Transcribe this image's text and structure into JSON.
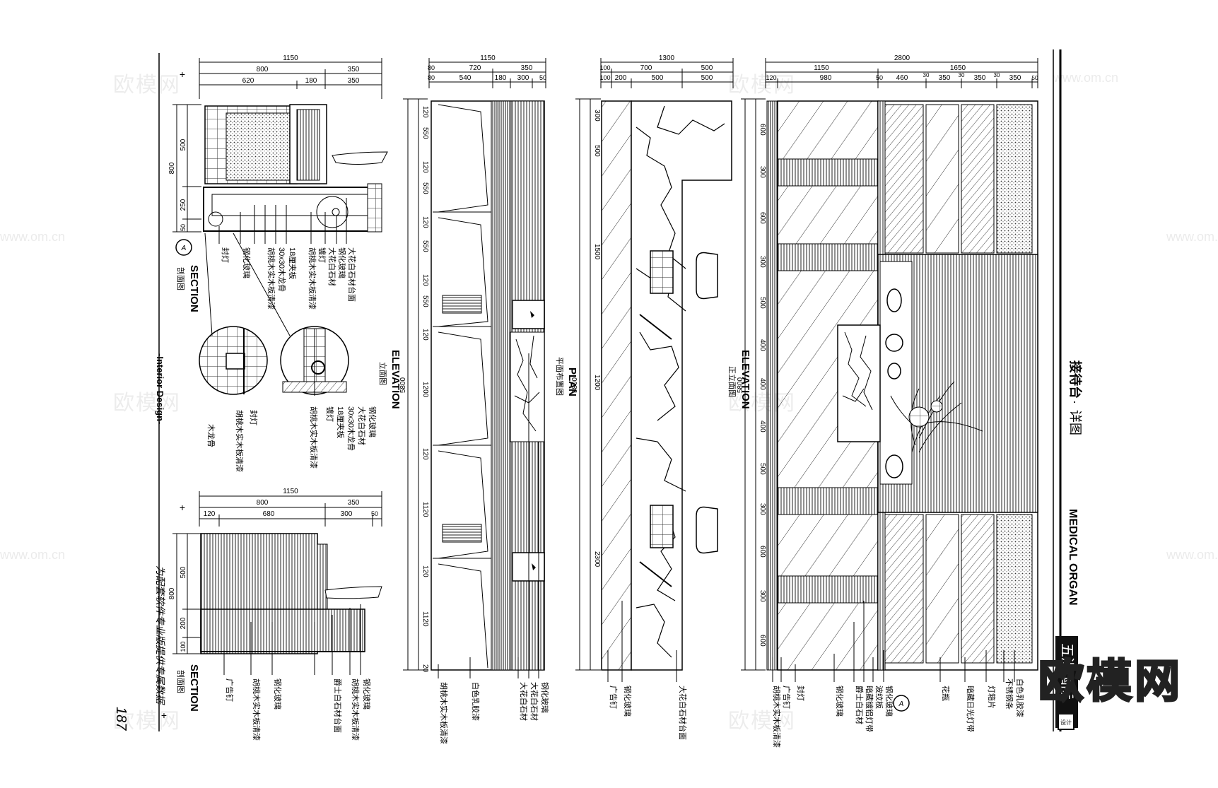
{
  "titleBlock": {
    "title": "接待台",
    "separator": "·",
    "subtitle": "详图",
    "english": "MEDICAL ORGAN",
    "stamp": "五洲国际",
    "seal": "设计"
  },
  "sheet": {
    "interior": "-Interior Design-",
    "pageNumber": "187",
    "footerNote": "为配套软件专业版提供专属数据"
  },
  "views": {
    "sectionA": {
      "title": "SECTION",
      "cn": "剖面图",
      "marker": "A"
    },
    "sectionB": {
      "title": "SECTION",
      "cn": "剖面图"
    },
    "elevationSide": {
      "title": "ELEVATION",
      "cn": "立面图"
    },
    "plan": {
      "title": "PLAN",
      "cn": "平面布置图"
    },
    "elevationFront": {
      "title": "ELEVATION",
      "cn": "正立面图"
    }
  },
  "dimensions": {
    "sectionA_top": [
      "1150",
      "800",
      "350",
      "620",
      "180",
      "350"
    ],
    "sectionA_left": [
      "800",
      "500",
      "250",
      "50"
    ],
    "sectionB_top": [
      "1150",
      "800",
      "350",
      "120",
      "680",
      "300",
      "50"
    ],
    "sectionB_left": [
      "800",
      "500",
      "200",
      "100"
    ],
    "elev_top": [
      "1150",
      "80",
      "720",
      "350",
      "80",
      "540",
      "180",
      "300",
      "50"
    ],
    "elev_left": [
      "5800",
      "120",
      "550",
      "120",
      "550",
      "120",
      "550",
      "120",
      "550",
      "120",
      "1200",
      "120",
      "1120",
      "120",
      "1120",
      "20"
    ],
    "plan_top": [
      "1300",
      "100",
      "700",
      "500",
      "100",
      "200",
      "500",
      "500"
    ],
    "plan_left": [
      "5800",
      "300",
      "500",
      "1500",
      "1200",
      "2300"
    ],
    "front_top": [
      "2800",
      "1150",
      "1650",
      "120",
      "980",
      "50",
      "460",
      "30",
      "350",
      "30",
      "350",
      "30",
      "350",
      "50"
    ],
    "front_left": [
      "5800",
      "600",
      "300",
      "600",
      "300",
      "500",
      "400",
      "400",
      "400",
      "500",
      "300",
      "600",
      "300",
      "600"
    ]
  },
  "annotations": {
    "sectionA": [
      "大花白石材台面",
      "钢化玻璃",
      "大花白石材",
      "镀灯",
      "胡桃木实木板清漆",
      "胡桃木实木板清漆",
      "18厘夹板",
      "30x30木龙骨",
      "钢化玻璃",
      "封灯"
    ],
    "detail1": [
      "钢化玻璃",
      "大花白石材",
      "30x30木龙骨",
      "18厘夹板",
      "镀灯",
      "胡桃木实木板清漆"
    ],
    "detail2": [
      "封灯",
      "胡桃木实木板清漆",
      "木龙骨"
    ],
    "sectionB": [
      "钢化玻璃",
      "胡桃木实木板清漆",
      "爵士白石材台面",
      "钢化玻璃",
      "胡桃木实木板清漆",
      "广告钉"
    ],
    "elevationSide": [
      "钢化玻璃",
      "大花白石材",
      "大花白石材",
      "白色乳胶漆",
      "胡桃木实木板清漆"
    ],
    "plan": [
      "大花白石材台面",
      "钢化玻璃",
      "广告钉"
    ],
    "elevationFront": [
      "钢化玻璃",
      "波纹板",
      "暗藏镀铝灯带",
      "爵士白石材",
      "钢化玻璃",
      "封灯",
      "广告钉",
      "胡桃木实木板清漆",
      "花瓶",
      "暗藏日光灯带",
      "灯箱片",
      "不锈钢条",
      "白色乳胶漆"
    ]
  },
  "watermark": {
    "text": "欧模网",
    "url": "www.om.cn",
    "logo": "欧模网"
  }
}
